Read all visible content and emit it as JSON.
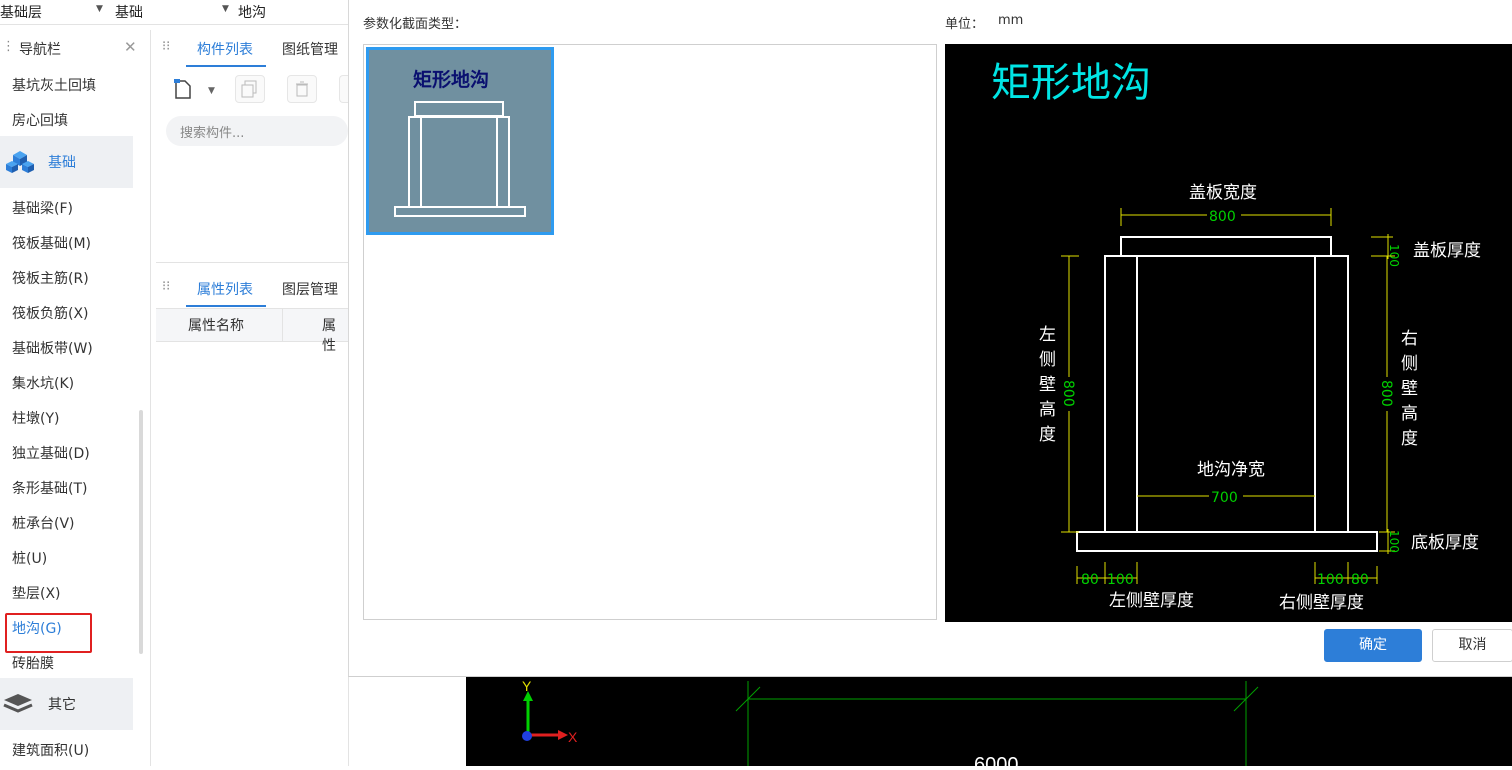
{
  "top": {
    "floor": "基础层",
    "category": "基础",
    "type": "地沟"
  },
  "nav": {
    "title": "导航栏",
    "items_before": [
      "基坑灰土回填",
      "房心回填"
    ],
    "group_foundation": "基础",
    "foundation_items": [
      "基础梁(F)",
      "筏板基础(M)",
      "筏板主筋(R)",
      "筏板负筋(X)",
      "基础板带(W)",
      "集水坑(K)",
      "柱墩(Y)",
      "独立基础(D)",
      "条形基础(T)",
      "桩承台(V)",
      "桩(U)",
      "垫层(X)",
      "地沟(G)",
      "砖胎膜"
    ],
    "group_other": "其它",
    "other_items": [
      "建筑面积(U)"
    ]
  },
  "components": {
    "tabs": [
      "构件列表",
      "图纸管理"
    ],
    "search_placeholder": "搜索构件..."
  },
  "properties": {
    "tabs": [
      "属性列表",
      "图层管理"
    ],
    "col_name": "属性名称",
    "col_value": "属性"
  },
  "dialog": {
    "type_label": "参数化截面类型：",
    "unit_label": "单位：",
    "unit_value": "mm",
    "thumb_title": "矩形地沟",
    "ok": "确定",
    "cancel": "取消"
  },
  "preview": {
    "title": "矩形地沟",
    "cover_width_label": "盖板宽度",
    "cover_width": "800",
    "cover_thick_label": "盖板厚度",
    "cover_thick": "100",
    "left_height_label": [
      "左",
      "侧",
      "壁",
      "高",
      "度"
    ],
    "left_height": "800",
    "right_height_label": [
      "右",
      "侧",
      "壁",
      "高",
      "度"
    ],
    "right_height": "800",
    "clear_width_label": "地沟净宽",
    "clear_width": "700",
    "bottom_thick_label": "底板厚度",
    "bottom_thick": "100",
    "left_dims": [
      "80",
      "100"
    ],
    "right_dims": [
      "100",
      "80"
    ],
    "left_wall_label": "左侧壁厚度",
    "right_wall_label": "右侧壁厚度",
    "colors": {
      "title": "#00e5e5",
      "dim": "#e0e000",
      "value": "#00d000",
      "line": "#ffffff"
    }
  },
  "cad": {
    "axis_y": "Y",
    "axis_x": "X",
    "dimension": "6000"
  }
}
